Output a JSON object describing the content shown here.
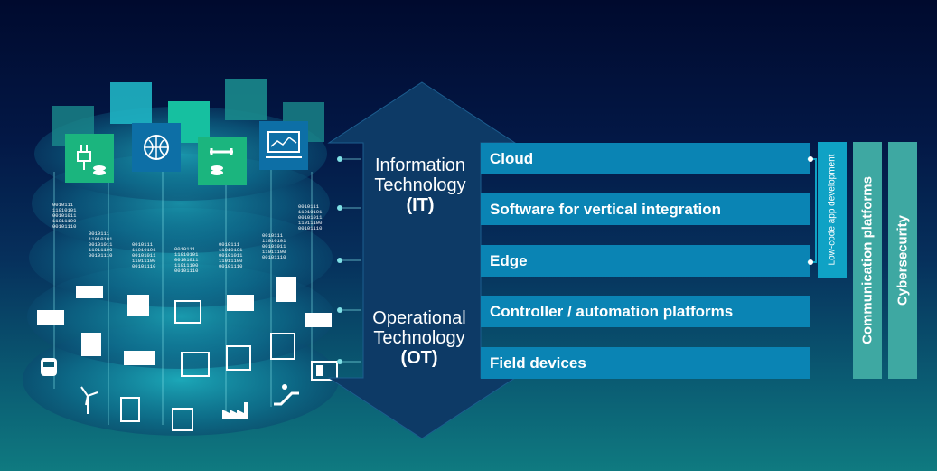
{
  "it_label": {
    "line1": "Information",
    "line2": "Technology",
    "abbr": "(IT)"
  },
  "ot_label": {
    "line1": "Operational",
    "line2": "Technology",
    "abbr": "(OT)"
  },
  "layers": [
    {
      "label": "Cloud"
    },
    {
      "label": "Software for vertical integration"
    },
    {
      "label": "Edge"
    },
    {
      "label": "Controller / automation platforms"
    },
    {
      "label": "Field devices"
    }
  ],
  "side_bars": {
    "low_code": "Low-code app development",
    "communication": "Communication platforms",
    "cybersecurity": "Cybersecurity"
  },
  "binary_snippets": [
    "0010111",
    "11010101",
    "00101011",
    "11011100",
    "00101110"
  ],
  "icons": [
    "plug-icon",
    "globe-icon",
    "wrench-icon",
    "chart-monitor-icon",
    "train-icon",
    "wind-turbine-icon",
    "factory-icon",
    "escalator-icon",
    "plc-icon"
  ],
  "colors": {
    "bar": "#0a84b4",
    "side_bar": "#3ea8a2",
    "low_code": "#0fa2c5",
    "arrow": "#0d3a66"
  }
}
